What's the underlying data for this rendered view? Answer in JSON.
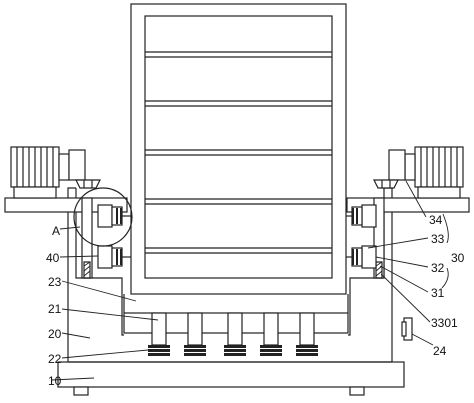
{
  "labels": {
    "A": "A",
    "l40": "40",
    "l23": "23",
    "l21": "21",
    "l20": "20",
    "l22": "22",
    "l10": "10",
    "l34": "34",
    "l33": "33",
    "l32": "32",
    "l30": "30",
    "l31": "31",
    "l3301": "3301",
    "l24": "24"
  }
}
